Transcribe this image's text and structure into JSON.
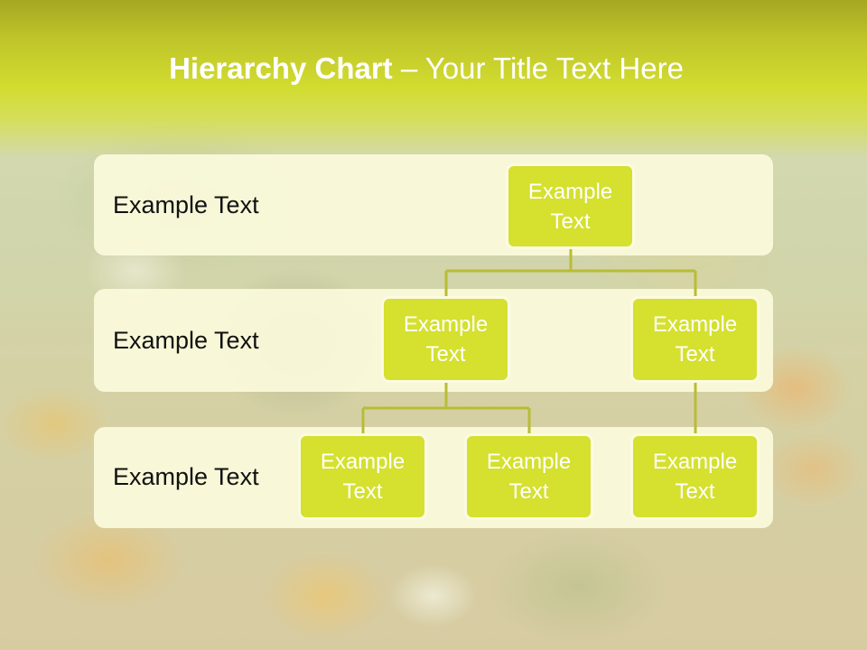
{
  "title": {
    "bold": "Hierarchy Chart",
    "rest": " – Your Title Text Here"
  },
  "rows": [
    {
      "label": "Example Text"
    },
    {
      "label": "Example Text"
    },
    {
      "label": "Example Text"
    }
  ],
  "nodes": {
    "top": "Example\nText",
    "mid_left": "Example\nText",
    "mid_right": "Example\nText",
    "bottom_1": "Example\nText",
    "bottom_2": "Example\nText",
    "bottom_3": "Example\nText"
  },
  "colors": {
    "accent": "#d5e02f",
    "connector": "#b8bd35",
    "row_fill": "#fbfbdc"
  }
}
